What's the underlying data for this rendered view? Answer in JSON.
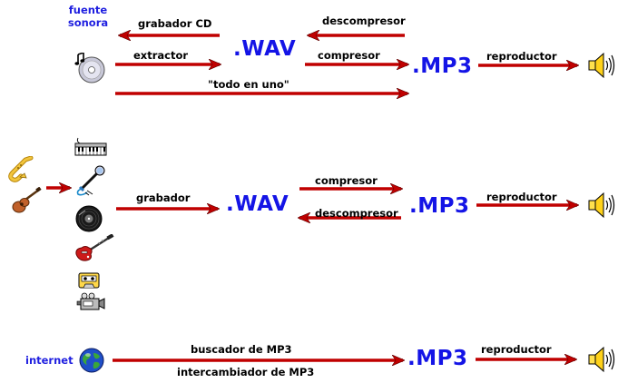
{
  "title_lines": [
    "fuente",
    "sonora"
  ],
  "internet_label": "internet",
  "formats": {
    "wav_1": ".WAV",
    "mp3_1": ".MP3",
    "wav_2": ".WAV",
    "mp3_2": ".MP3",
    "mp3_3": ".MP3"
  },
  "arrow_labels": {
    "grabador_cd": "grabador CD",
    "descompresor_1": "descompresor",
    "extractor": "extractor",
    "compresor_1": "compresor",
    "reproductor_1": "reproductor",
    "todo_en_uno": "\"todo en uno\"",
    "grabador": "grabador",
    "compresor_2": "compresor",
    "descompresor_2": "descompresor",
    "reproductor_2": "reproductor",
    "buscador": "buscador de MP3",
    "intercambiador": "intercambiador de MP3",
    "reproductor_3": "reproductor"
  },
  "icons": [
    "cd-icon",
    "speaker-icon",
    "saxophone-icon",
    "guitar-icon",
    "keyboard-icon",
    "microphone-icon",
    "vinyl-record-icon",
    "electric-guitar-icon",
    "cassette-icon",
    "video-camera-icon",
    "globe-icon"
  ],
  "colors": {
    "arrow": "#c00000",
    "format_text": "#1414e6",
    "label_blue": "#1f1fe0"
  }
}
